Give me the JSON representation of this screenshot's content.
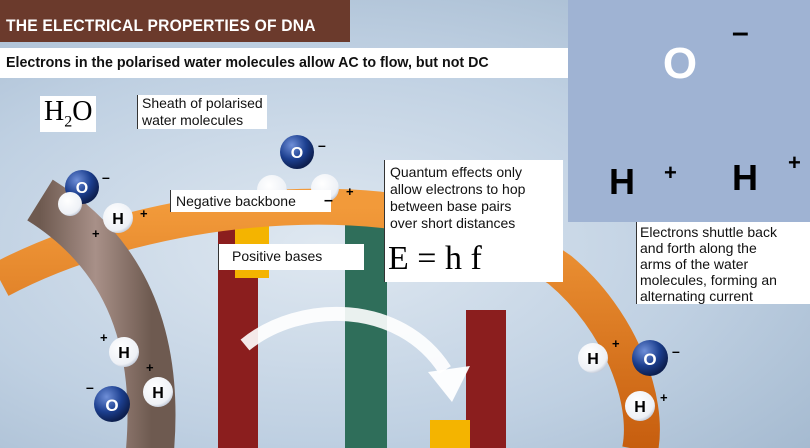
{
  "title": "THE ELECTRICAL PROPERTIES OF DNA",
  "subtitle": "Electrons in the polarised water molecules allow AC to flow, but not DC",
  "formula_water": {
    "h": "H",
    "sub": "2",
    "o": "O"
  },
  "label_sheath": "Sheath of polarised\nwater molecules",
  "label_negative_backbone": "Negative backbone",
  "label_positive_bases": "Positive bases",
  "label_quantum": "Quantum effects only\nallow electrons to hop\nbetween base pairs\nover short distances",
  "equation": "E = h f",
  "label_electrons": "Electrons shuttle back\nand forth along the\narms of the water\nmolecules, forming an\nalternating current",
  "atoms": {
    "oxygen": "O",
    "hydrogen": "H",
    "minus": "–",
    "plus": "+"
  },
  "colors": {
    "title_bg": "#6b3a2c",
    "panel_bg": "#9fb3d3",
    "backbone_orange": "#e07a1a",
    "backbone_brown": "#8a7468",
    "oxygen_blue": "#1c3f8f",
    "arrow_red": "#c0392b"
  }
}
